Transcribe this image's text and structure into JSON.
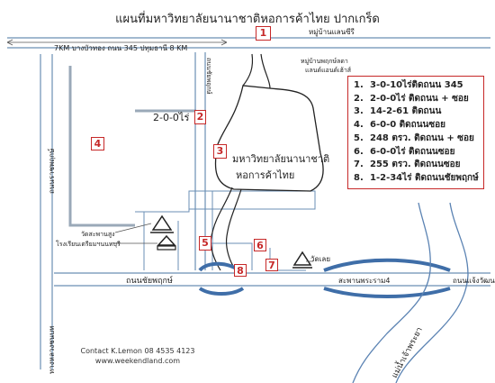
{
  "title": "แผนที่มหาวิทยาลัยนานาชาติหอการค้าไทย ปากเกร็ด",
  "labels": {
    "village_top": "หมู่บ้านแลนซีรี",
    "distance_road": "7KM บางบัวทอง ถนน 345 ปทุมธานี 8 KM",
    "village_right_1": "หมู่บ้านพฤกษ์ลดา",
    "village_right_2": "แลนด์แอนด์เฮ้าส์",
    "plot2_area": "2-0-0ไร่",
    "university_1": "มหาวิทยาลัยนานาชาติ",
    "university_2": "หอการค้าไทย",
    "road_side_vertical": "ถนนชัยพฤกษ์",
    "road_vertical_left": "ถนนราชพฤกษ์",
    "road_bottom_left": "ถนนชัยพฤกษ์",
    "road_bottom_right": "ถนนแจ้งวัฒนะ",
    "temple_1": "วัดสะพานสูง",
    "school": "โรงเรียนเตรียมฯนนทบุรี",
    "temple_2": "วัดเลย",
    "bridge": "สะพานพระราม4",
    "river": "แม่น้ำเจ้าพระยา",
    "road_vertical_left_lower": "ทางหลวงชนบท"
  },
  "markers": [
    "1",
    "2",
    "3",
    "4",
    "5",
    "6",
    "7",
    "8"
  ],
  "legend": [
    {
      "num": "1.",
      "text": "3-0-10ไร่ติดถนน 345"
    },
    {
      "num": "2.",
      "text": "2-0-0ไร่ ติดถนน + ซอย"
    },
    {
      "num": "3.",
      "text": "14-2-61 ติดถนน"
    },
    {
      "num": "4.",
      "text": "6-0-0 ติดถนนซอย"
    },
    {
      "num": "5.",
      "text": "248 ตรว. ติดถนน + ซอย"
    },
    {
      "num": "6.",
      "text": "6-0-0ไร่ ติดถนนซอย"
    },
    {
      "num": "7.",
      "text": "255 ตรว. ติดถนนซอย"
    },
    {
      "num": "8.",
      "text": "1-2-34ไร่ ติดถนนชัยพฤกษ์"
    }
  ],
  "contact": {
    "line1": "Contact K.Lemon 08 4535 4123",
    "line2": "www.weekendland.com"
  },
  "colors": {
    "marker": "#c62828",
    "road": "#6b8fb4",
    "river": "#5b83b3",
    "bridge": "#3f6ea8"
  }
}
